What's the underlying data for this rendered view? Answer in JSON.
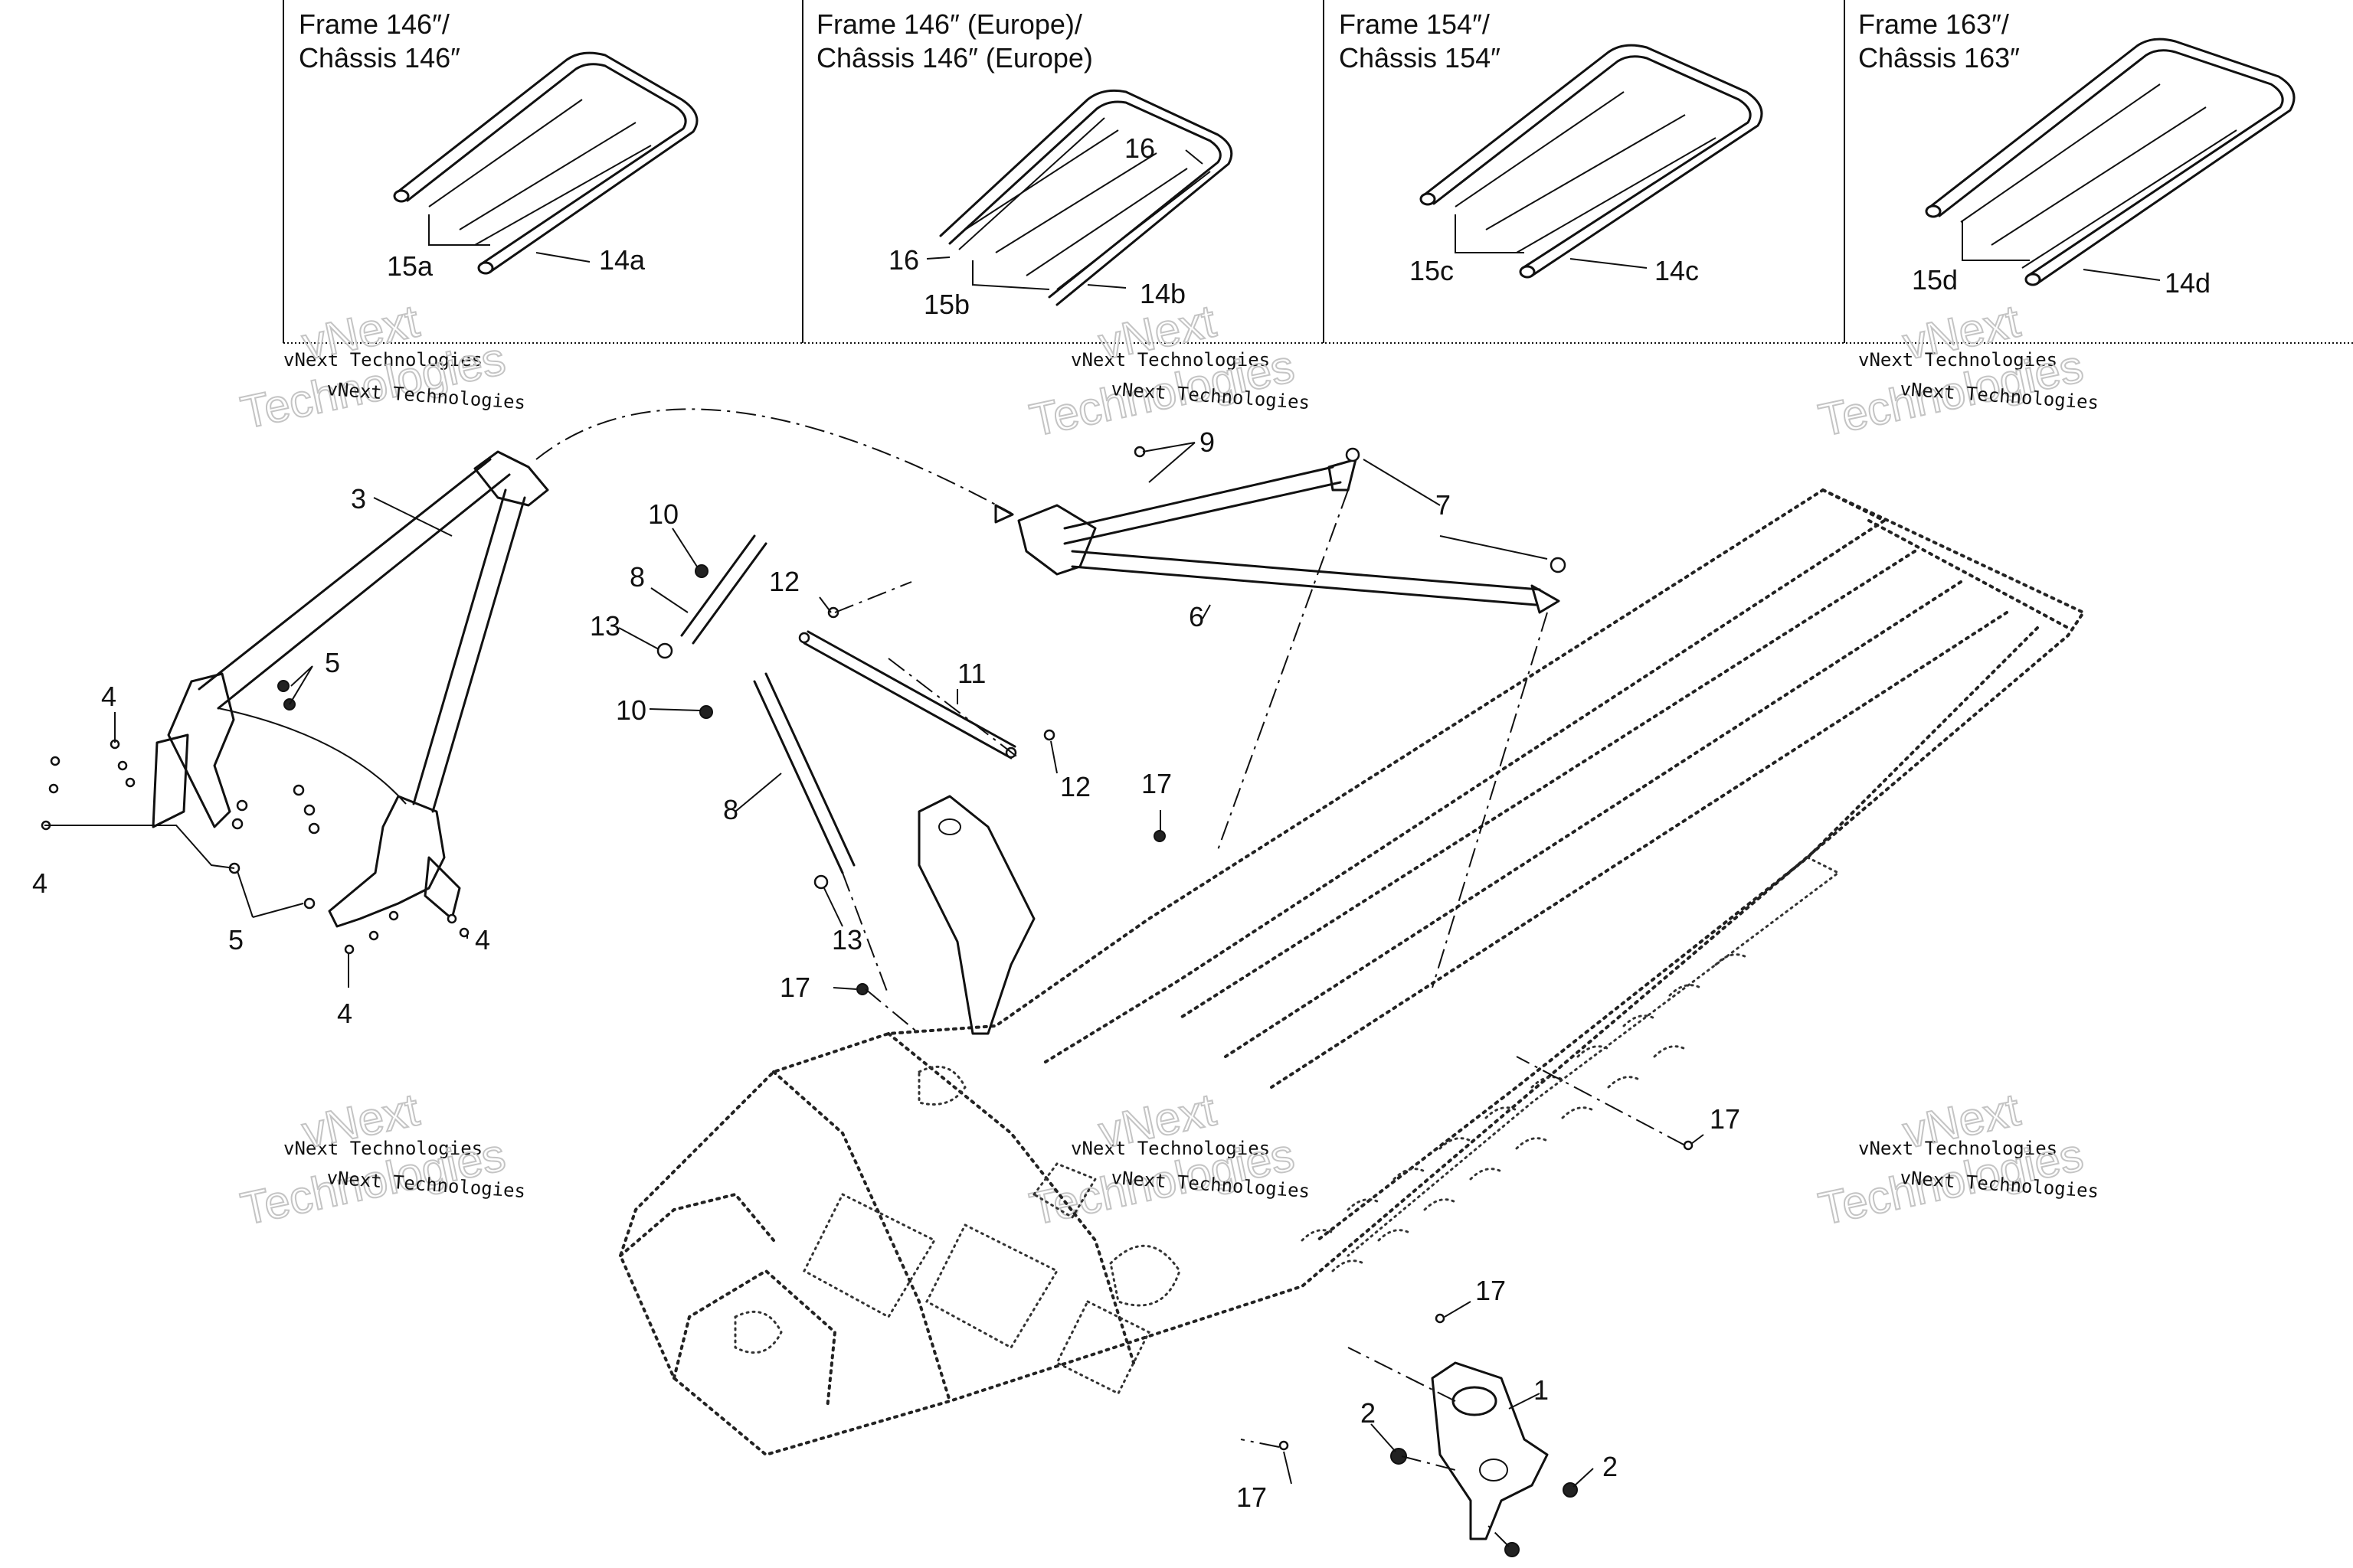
{
  "panels": [
    {
      "title_line1": "Frame 146″/",
      "title_line2": "Châssis 146″",
      "label_a": "15a",
      "label_b": "14a"
    },
    {
      "title_line1": "Frame 146″ (Europe)/",
      "title_line2": "Châssis 146″ (Europe)",
      "label_a": "15b",
      "label_b": "14b",
      "label_c": "16",
      "label_d": "16"
    },
    {
      "title_line1": "Frame 154″/",
      "title_line2": "Châssis 154″",
      "label_a": "15c",
      "label_b": "14c"
    },
    {
      "title_line1": "Frame 163″/",
      "title_line2": "Châssis 163″",
      "label_a": "15d",
      "label_b": "14d"
    }
  ],
  "watermark": {
    "small": "vNext Technologies",
    "big_line1": "vNext",
    "big_line2": "Technologies"
  },
  "callouts": {
    "c1": "1",
    "c2a": "2",
    "c2b": "2",
    "c3": "3",
    "c4a": "4",
    "c4b": "4",
    "c4c": "4",
    "c4d": "4",
    "c5a": "5",
    "c5b": "5",
    "c6": "6",
    "c7": "7",
    "c8a": "8",
    "c8b": "8",
    "c9": "9",
    "c10a": "10",
    "c10b": "10",
    "c11": "11",
    "c12a": "12",
    "c12b": "12",
    "c13a": "13",
    "c13b": "13",
    "c17a": "17",
    "c17b": "17",
    "c17c": "17",
    "c17d": "17",
    "c17e": "17"
  }
}
